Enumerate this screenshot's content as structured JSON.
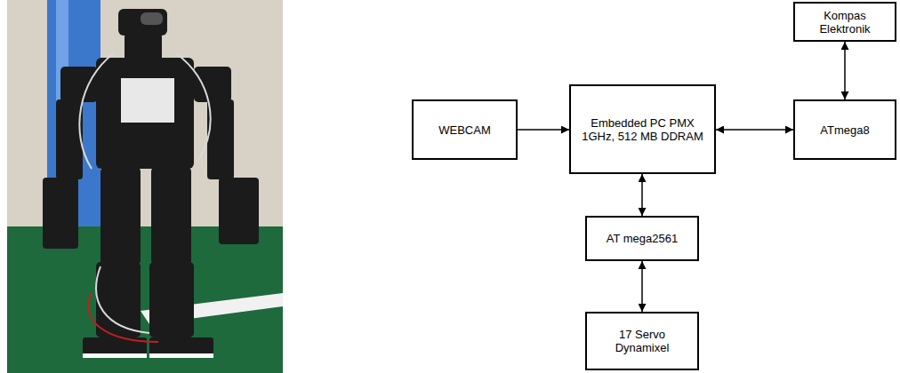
{
  "diagram": {
    "nodes": [
      {
        "text": [
          "Kompas Elektronik"
        ]
      },
      {
        "text": [
          "WEBCAM"
        ]
      },
      {
        "text": [
          "Embedded PC PMX 1GHz, 512 MB DDRAM"
        ]
      },
      {
        "text": [
          "ATmega8"
        ]
      },
      {
        "text": [
          "AT mega2561"
        ]
      },
      {
        "text": [
          "17 Servo Dynamixel"
        ]
      }
    ],
    "edges": [
      {
        "from": 1,
        "to": 2,
        "arrow": "to"
      },
      {
        "from": 2,
        "to": 3,
        "arrow": "both"
      },
      {
        "from": 0,
        "to": 3,
        "arrow": "both"
      },
      {
        "from": 2,
        "to": 4,
        "arrow": "both"
      },
      {
        "from": 4,
        "to": 5,
        "arrow": "both"
      }
    ]
  }
}
